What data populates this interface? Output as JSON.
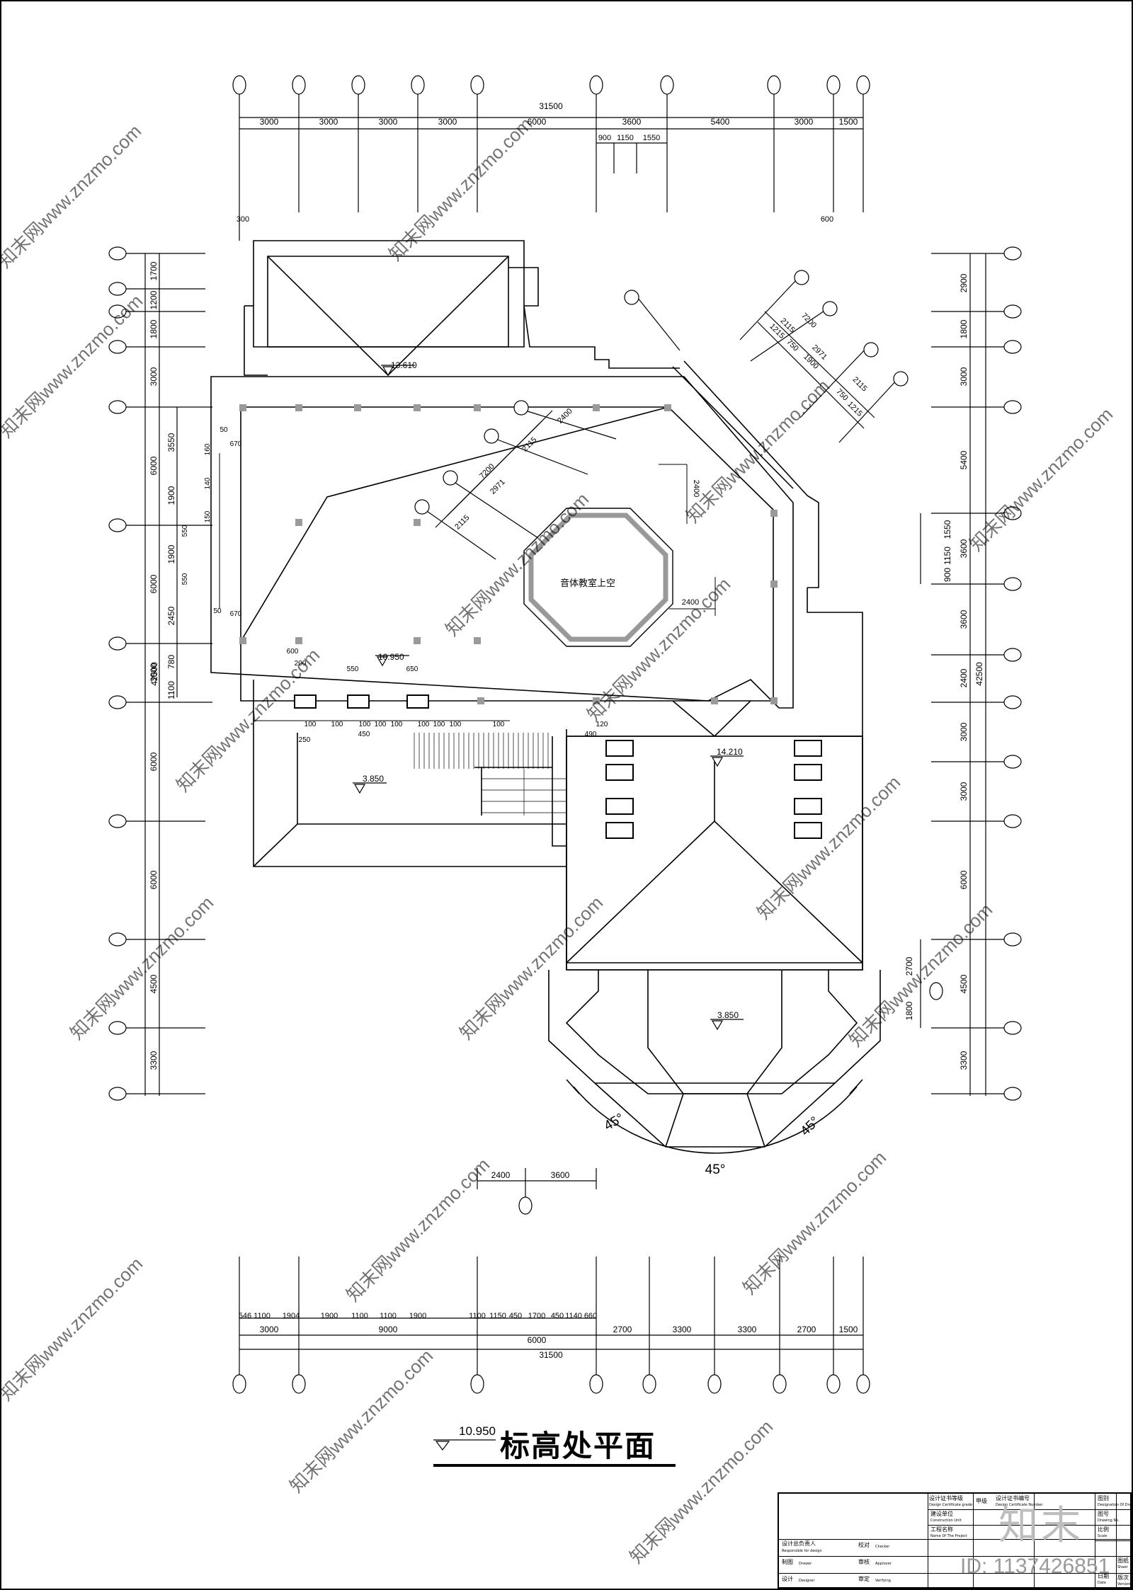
{
  "drawing": {
    "title": "标高处平面",
    "title_level": "10.950",
    "room_label": "音体教室上空",
    "elevations": [
      "13.610",
      "10.950",
      "14.210",
      "3.850",
      "3.850"
    ],
    "angle_labels": [
      "45°",
      "45°",
      "45°"
    ]
  },
  "top_dimensions": {
    "overall": "31500",
    "segments": [
      "3000",
      "3000",
      "3000",
      "3000",
      "6000",
      "3600",
      "5400",
      "3000",
      "1500"
    ],
    "sub_segments": [
      "900",
      "1150",
      "1550"
    ],
    "offset_left": "300",
    "offset_right": "600"
  },
  "bottom_dimensions": {
    "overall_1": "31500",
    "overall_2": "6000",
    "segments": [
      "3000",
      "9000",
      "2700",
      "3300",
      "3300",
      "2700",
      "1500"
    ],
    "sub_segments": [
      "546",
      "1100",
      "1904",
      "1900",
      "1100",
      "1100",
      "1900",
      "1100",
      "1150",
      "450",
      "1700",
      "450",
      "1140",
      "660"
    ],
    "extra": [
      "2400",
      "3600"
    ]
  },
  "left_dimensions": {
    "overall": "42500",
    "segments": [
      "1700",
      "1200",
      "1800",
      "3000",
      "6000",
      "6000",
      "3000",
      "6000",
      "6000",
      "4500",
      "3300"
    ],
    "sub_segments": [
      "3550",
      "1900",
      "1900",
      "2450",
      "780",
      "1100"
    ]
  },
  "right_dimensions": {
    "overall": "42500",
    "segments": [
      "2900",
      "1800",
      "3000",
      "5400",
      "3600",
      "3600",
      "2400",
      "3000",
      "3000",
      "6000",
      "4500",
      "3300"
    ],
    "sub_segments": [
      "1550",
      "1150",
      "900",
      "2700",
      "1800"
    ]
  },
  "diagonal_dimensions": {
    "upper_right": [
      "7200",
      "2115",
      "1215",
      "750",
      "2971",
      "1900",
      "2115",
      "750",
      "1215"
    ],
    "center": [
      "2400",
      "2115",
      "7200",
      "2971",
      "2115"
    ],
    "octagon": [
      "2400",
      "2400"
    ]
  },
  "detail_dimensions": [
    "670",
    "670",
    "50",
    "50",
    "160",
    "150",
    "140",
    "550",
    "550",
    "600",
    "200",
    "100",
    "100",
    "100",
    "100",
    "100",
    "100",
    "100",
    "100",
    "100",
    "450",
    "550",
    "650",
    "250",
    "490",
    "120"
  ],
  "watermark_text": "知末网www.znzmo.com",
  "brand": {
    "logo_text": "知末",
    "image_id": "ID: 1137426851"
  },
  "title_block": {
    "cert_grade_label": "设计证书等级",
    "cert_grade_en": "Design Certificate grade",
    "grade_value": "甲级",
    "cert_no_label": "设计证书编号",
    "cert_no_en": "Design Certificate Number",
    "client_label": "建设单位",
    "client_en": "Construction Unit",
    "project_label": "工程名称",
    "project_en": "Name Of The Project",
    "drawing_label": "图别",
    "drawing_en": "Designation Of Drawing",
    "number_label": "图号",
    "number_en": "Drawing No.",
    "scale_label": "比例",
    "scale_en": "Scale",
    "date_label": "日期",
    "date_en": "Date",
    "version_label": "版次",
    "version_en": "Version",
    "manager_label": "设计总负责人",
    "manager_en": "Responsible for design",
    "drawn_label": "制图",
    "drawn_en": "Drawer",
    "designer_label": "设计",
    "designer_en": "Designer",
    "check_label": "校对",
    "check_en": "Checker",
    "review_label": "审核",
    "review_en": "Approver",
    "approve_label": "审定",
    "approve_en": "Verifying",
    "sheet_label": "图纸",
    "sheet_en": "Sheet"
  }
}
